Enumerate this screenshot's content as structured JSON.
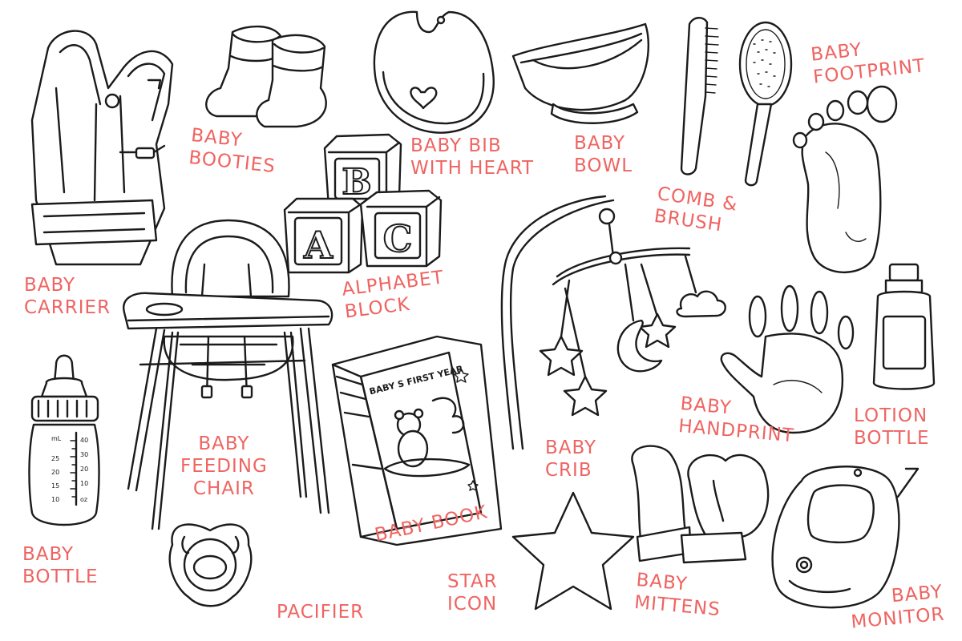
{
  "accent_color": "#ef6461",
  "ink_color": "#1b1b1b",
  "labels": {
    "carrier": [
      "BABY",
      "CARRIER"
    ],
    "booties": [
      "BABY",
      "BOOTIES"
    ],
    "bib": [
      "BABY BIB",
      "WITH HEART"
    ],
    "bowl": [
      "BABY",
      "BOWL"
    ],
    "footprint": [
      "BABY",
      "FOOTPRINT"
    ],
    "comb": [
      "COMB &",
      "BRUSH"
    ],
    "alphabet": [
      "ALPHABET",
      "BLOCK"
    ],
    "handprint": [
      "BABY",
      "HANDPRINT"
    ],
    "lotion": [
      "LOTION",
      "BOTTLE"
    ],
    "bottle": [
      "BABY",
      "BOTTLE"
    ],
    "chair": [
      "BABY",
      "FEEDING",
      "CHAIR"
    ],
    "book": [
      "BABY BOOK"
    ],
    "crib": [
      "BABY",
      "CRIB"
    ],
    "star": [
      "STAR",
      "ICON"
    ],
    "mittens": [
      "BABY",
      "MITTENS"
    ],
    "monitor": [
      "BABY",
      "MONITOR"
    ],
    "pacifier": [
      "PACIFIER"
    ]
  },
  "blocks": {
    "a": "A",
    "b": "B",
    "c": "C"
  },
  "book_cover_title": "BABY S FIRST YEAR",
  "bottle_scale": {
    "left_unit": "mL",
    "right_unit": "oz",
    "left_ticks": [
      "25",
      "20",
      "15",
      "10"
    ],
    "right_ticks": [
      "40",
      "30",
      "20",
      "10",
      "oz"
    ]
  }
}
